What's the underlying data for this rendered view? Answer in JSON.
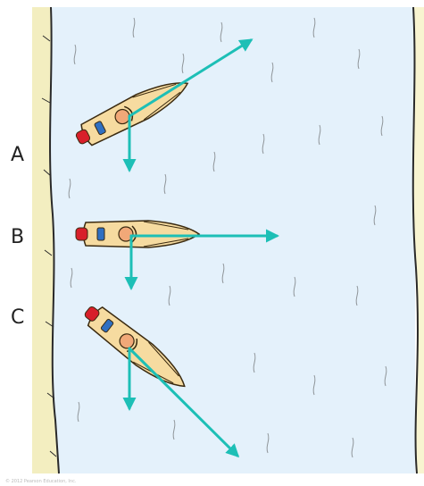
{
  "labels": {
    "a": "A",
    "b": "B",
    "c": "C"
  },
  "credit": "© 2012 Pearson Education, Inc.",
  "colors": {
    "water": "#e4f1fb",
    "bank_left": "#f3eec0",
    "bank_right": "#f8f4d0",
    "arrow": "#1dbfb6",
    "hull": "#f6dba0",
    "outline": "#3a2a10",
    "motor": "#d81f2a",
    "seat": "#2f6fc2"
  }
}
